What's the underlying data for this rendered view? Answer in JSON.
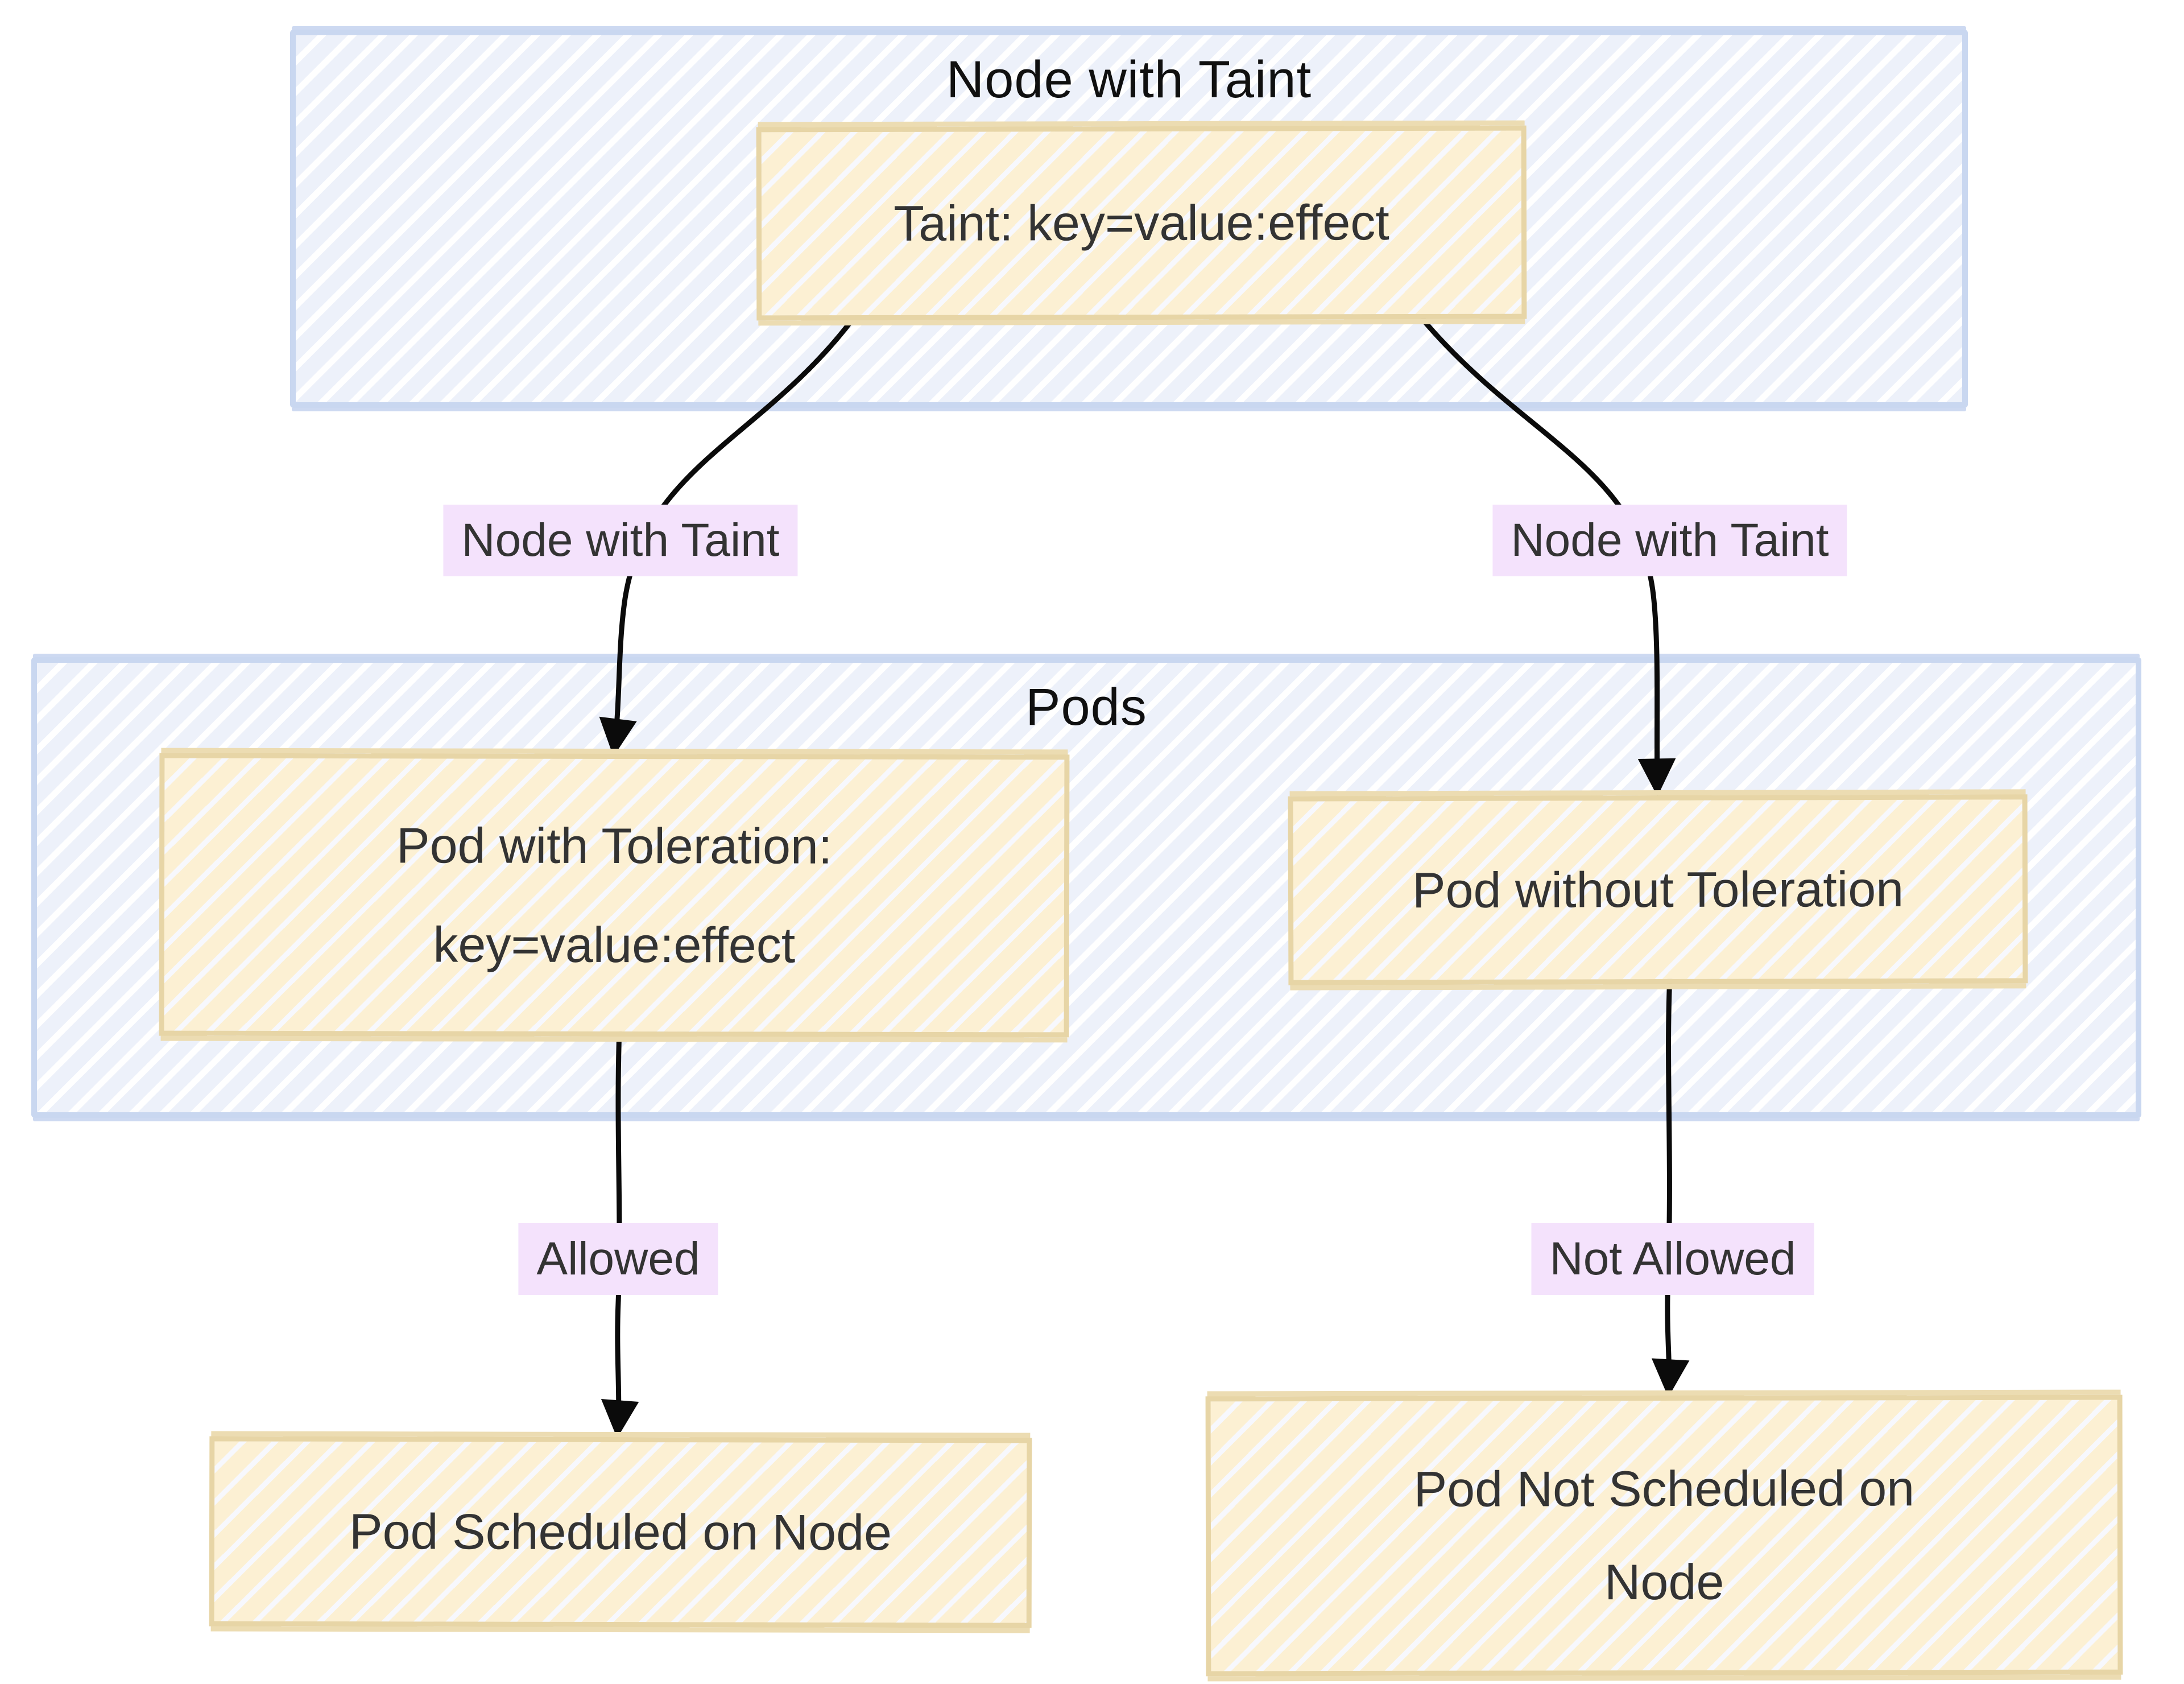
{
  "diagram": {
    "type": "flowchart",
    "clusters": {
      "node_with_taint": {
        "title": "Node with Taint"
      },
      "pods": {
        "title": "Pods"
      }
    },
    "nodes": {
      "taint": {
        "label": "Taint: key=value:effect"
      },
      "pod_with_toleration": {
        "line1": "Pod with Toleration:",
        "line2": "key=value:effect"
      },
      "pod_without_toleration": {
        "label": "Pod without Toleration"
      },
      "pod_scheduled": {
        "label": "Pod Scheduled on Node"
      },
      "pod_not_scheduled": {
        "line1": "Pod Not Scheduled on",
        "line2": "Node"
      }
    },
    "edges": [
      {
        "from": "Taint: key=value:effect",
        "to": "Pod with Toleration: key=value:effect",
        "label": "Node with Taint"
      },
      {
        "from": "Taint: key=value:effect",
        "to": "Pod without Toleration",
        "label": "Node with Taint"
      },
      {
        "from": "Pod with Toleration: key=value:effect",
        "to": "Pod Scheduled on Node",
        "label": "Allowed"
      },
      {
        "from": "Pod without Toleration",
        "to": "Pod Not Scheduled on Node",
        "label": "Not Allowed"
      }
    ],
    "colors": {
      "background": "#ffffff",
      "cluster_border": "#c9d7f0",
      "cluster_stripe": "#edf1fa",
      "node_border": "#e7d5a6",
      "node_fill": "#fcf0d3",
      "node_stripe_gap": "#f7f8fd",
      "edge_label_bg": "#f4e2fc",
      "node_text": "#333333",
      "title_text": "#101010",
      "arrow": "#0b0b0b"
    }
  }
}
